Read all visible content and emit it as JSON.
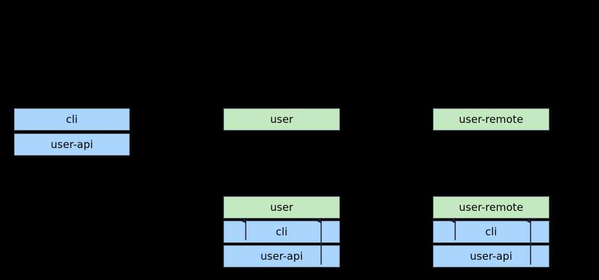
{
  "diagram": {
    "background_color": "#000000",
    "box_colors": {
      "api_layer": "#a9d4fb",
      "implementation_layer": "#c4e8c0",
      "border": "#5a6b7a",
      "arrow": "#2b2b3a"
    },
    "columns": [
      {
        "id": "column-left",
        "groups": [
          {
            "id": "group-left-top",
            "boxes": [
              {
                "label": "cli",
                "color": "blue"
              },
              {
                "label": "user-api",
                "color": "blue"
              }
            ]
          }
        ]
      },
      {
        "id": "column-middle",
        "groups": [
          {
            "id": "group-middle-top",
            "boxes": [
              {
                "label": "user",
                "color": "green"
              }
            ]
          },
          {
            "id": "group-middle-bottom",
            "boxes": [
              {
                "label": "user",
                "color": "green"
              },
              {
                "label": "cli",
                "color": "blue"
              },
              {
                "label": "user-api",
                "color": "blue"
              }
            ]
          }
        ]
      },
      {
        "id": "column-right",
        "groups": [
          {
            "id": "group-right-top",
            "boxes": [
              {
                "label": "user-remote",
                "color": "green"
              }
            ]
          },
          {
            "id": "group-right-bottom",
            "boxes": [
              {
                "label": "user-remote",
                "color": "green"
              },
              {
                "label": "cli",
                "color": "blue"
              },
              {
                "label": "user-api",
                "color": "blue"
              }
            ]
          }
        ]
      }
    ],
    "arrows": [
      {
        "id": "arrow-middle-short",
        "from": "cli",
        "to": "user"
      },
      {
        "id": "arrow-middle-long",
        "from": "user-api",
        "to": "user"
      },
      {
        "id": "arrow-right-short",
        "from": "cli",
        "to": "user-remote"
      },
      {
        "id": "arrow-right-long",
        "from": "user-api",
        "to": "user-remote"
      }
    ]
  }
}
